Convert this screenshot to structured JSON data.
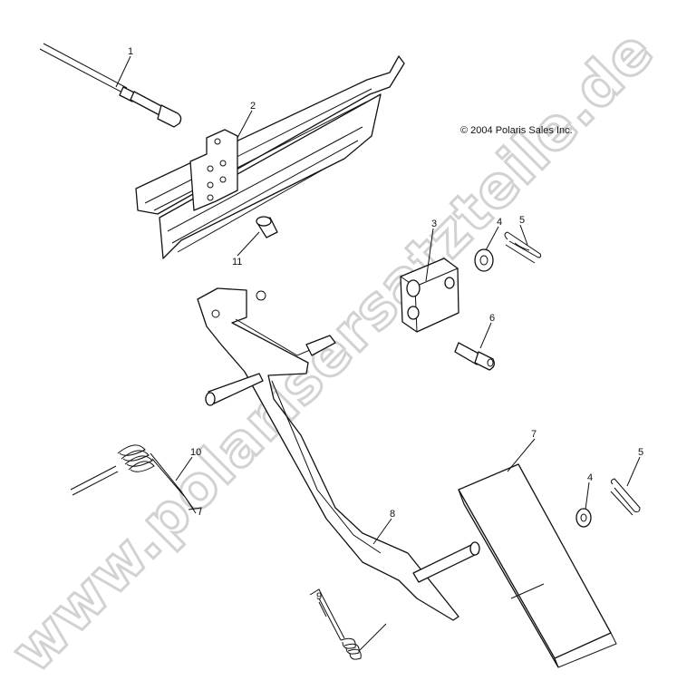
{
  "copyright": "© 2004 Polaris Sales Inc.",
  "watermark": "www.polarisersatzteile.de",
  "callouts": {
    "c1": "1",
    "c2": "2",
    "c3": "3",
    "c4a": "4",
    "c4b": "4",
    "c5a": "5",
    "c5b": "5",
    "c6": "6",
    "c7": "7",
    "c8": "8",
    "c9": "9",
    "c10": "10",
    "c11": "11"
  }
}
